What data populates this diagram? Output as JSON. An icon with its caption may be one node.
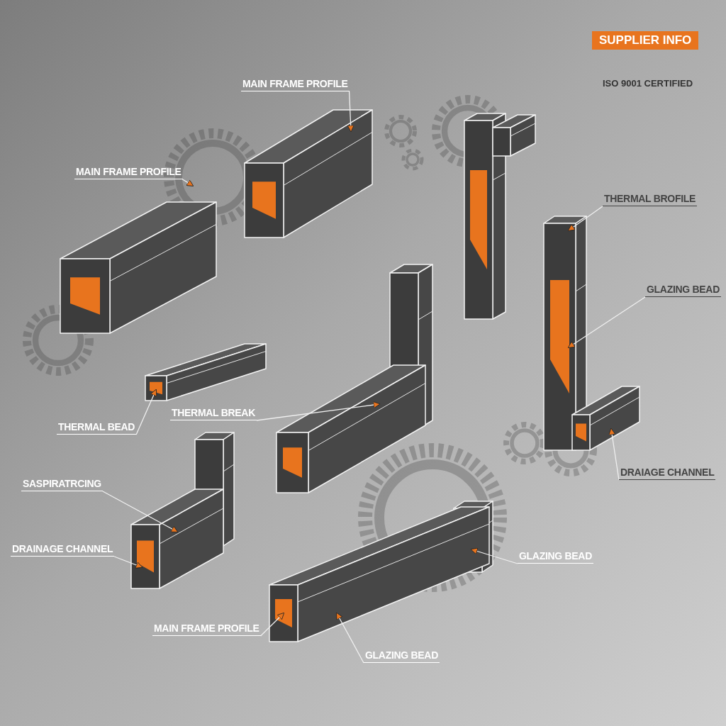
{
  "diagram": {
    "nodes": [
      {
        "text": [
          "MAIN FRAME PROFILE"
        ]
      },
      {
        "text": [
          "MAIN FRAME PROFILE"
        ]
      },
      {
        "text": [
          "THERMAL BROFILE"
        ]
      },
      {
        "text": [
          "GLAZING BEAD"
        ]
      },
      {
        "text": [
          "THERMAL BREAK"
        ]
      },
      {
        "text": [
          "THERMAL BEAD"
        ]
      },
      {
        "text": [
          "DRAIAGE CHANNEL"
        ]
      },
      {
        "text": [
          "SASPIRATRCING"
        ]
      },
      {
        "text": [
          "DRAINAGE CHANNEL"
        ]
      },
      {
        "text": [
          "GLAZING BEAD"
        ]
      },
      {
        "text": [
          "MAIN FRAME PROFILE"
        ]
      },
      {
        "text": [
          "GLAZING BEAD"
        ]
      },
      {
        "text": [],
        "shape": "picture"
      },
      {
        "text": [],
        "shape": "picture"
      },
      {
        "text": [],
        "shape": "picture"
      },
      {
        "text": [],
        "shape": "picture"
      },
      {
        "text": [],
        "shape": "picture"
      },
      {
        "text": [],
        "shape": "picture"
      },
      {
        "text": [],
        "shape": "picture"
      },
      {
        "text": [],
        "shape": "picture"
      }
    ],
    "edges": [
      {
        "from": 0,
        "to": 12,
        "arrow": "to"
      },
      {
        "from": 1,
        "to": null,
        "arrow": "to"
      },
      {
        "from": 2,
        "to": 15,
        "arrow": "to"
      },
      {
        "from": 3,
        "to": 15,
        "arrow": "to"
      },
      {
        "from": 4,
        "to": 16,
        "arrow": "to"
      },
      {
        "from": 5,
        "to": 17,
        "arrow": "to"
      },
      {
        "from": 6,
        "to": 15,
        "arrow": "to"
      },
      {
        "from": 7,
        "to": 18,
        "arrow": "to"
      },
      {
        "from": 8,
        "to": 18,
        "arrow": "to"
      },
      {
        "from": 9,
        "to": 19,
        "arrow": "to"
      },
      {
        "from": 10,
        "to": 19,
        "arrow": "to"
      },
      {
        "from": 11,
        "to": 19,
        "arrow": "to"
      }
    ],
    "labels": [
      "SUPPLIER INFO",
      "ISO 9001 CERTIFIED"
    ]
  }
}
